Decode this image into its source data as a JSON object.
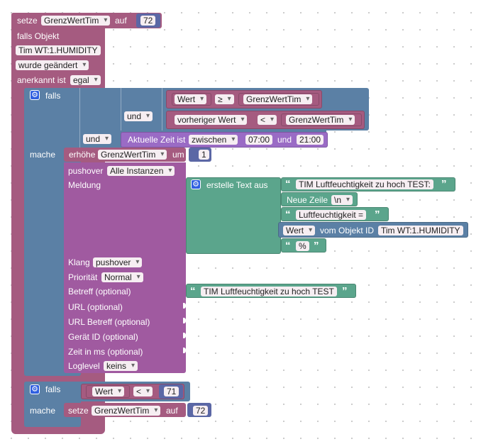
{
  "top": {
    "setze": "setze",
    "var_name": "GrenzWertTim",
    "auf": "auf",
    "value": "72",
    "falls_objekt": "falls Objekt",
    "object_id": "Tim WT:1.HUMIDITY",
    "trigger": "wurde geändert",
    "anerkannt_label": "anerkannt ist",
    "anerkannt_value": "egal"
  },
  "if1": {
    "falls": "falls",
    "wert": "Wert",
    "op_ge": "≥",
    "var": "GrenzWertTim",
    "und1": "und",
    "vorheriger": "vorheriger Wert",
    "op_lt": "<",
    "var2": "GrenzWertTim",
    "und2": "und",
    "time_label": "Aktuelle Zeit ist",
    "time_mode": "zwischen",
    "time_from": "07:00",
    "time_und": "und",
    "time_to": "21:00",
    "mache": "mache"
  },
  "increment": {
    "erhoehe": "erhöhe",
    "var": "GrenzWertTim",
    "um": "um",
    "value": "1"
  },
  "pushover": {
    "label": "pushover",
    "instance": "Alle Instanzen",
    "meldung": "Meldung",
    "erstelle": "erstelle Text aus",
    "text1": "TIM Luftfeuchtigkeit zu hoch TEST:",
    "neue_zeile": "Neue Zeile",
    "newline": "\\n",
    "text2": "Luftfeuchtigkeit = ",
    "wert": "Wert",
    "vom_objekt": "vom Objekt ID",
    "object_id": "Tim WT:1.HUMIDITY",
    "text3": "%",
    "klang": "Klang",
    "klang_value": "pushover",
    "prioritaet": "Priorität",
    "prioritaet_value": "Normal",
    "betreff": "Betreff (optional)",
    "betreff_text": "TIM Luftfeuchtigkeit zu hoch TEST",
    "url": "URL (optional)",
    "url_betreff": "URL Betreff (optional)",
    "geraet": "Gerät ID (optional)",
    "zeit": "Zeit in ms (optional)",
    "loglevel": "Loglevel",
    "loglevel_value": "keins"
  },
  "if2": {
    "falls": "falls",
    "wert": "Wert",
    "op": "<",
    "value": "71",
    "mache": "mache",
    "setze": "setze",
    "var": "GrenzWertTim",
    "auf": "auf",
    "set_value": "72"
  },
  "colors": {
    "event": "#a55b80",
    "logic": "#5b80a5",
    "pushover": "#a05aa0",
    "text": "#5ba58c",
    "math": "#5b67a5",
    "gear": "#2f5fe0"
  }
}
